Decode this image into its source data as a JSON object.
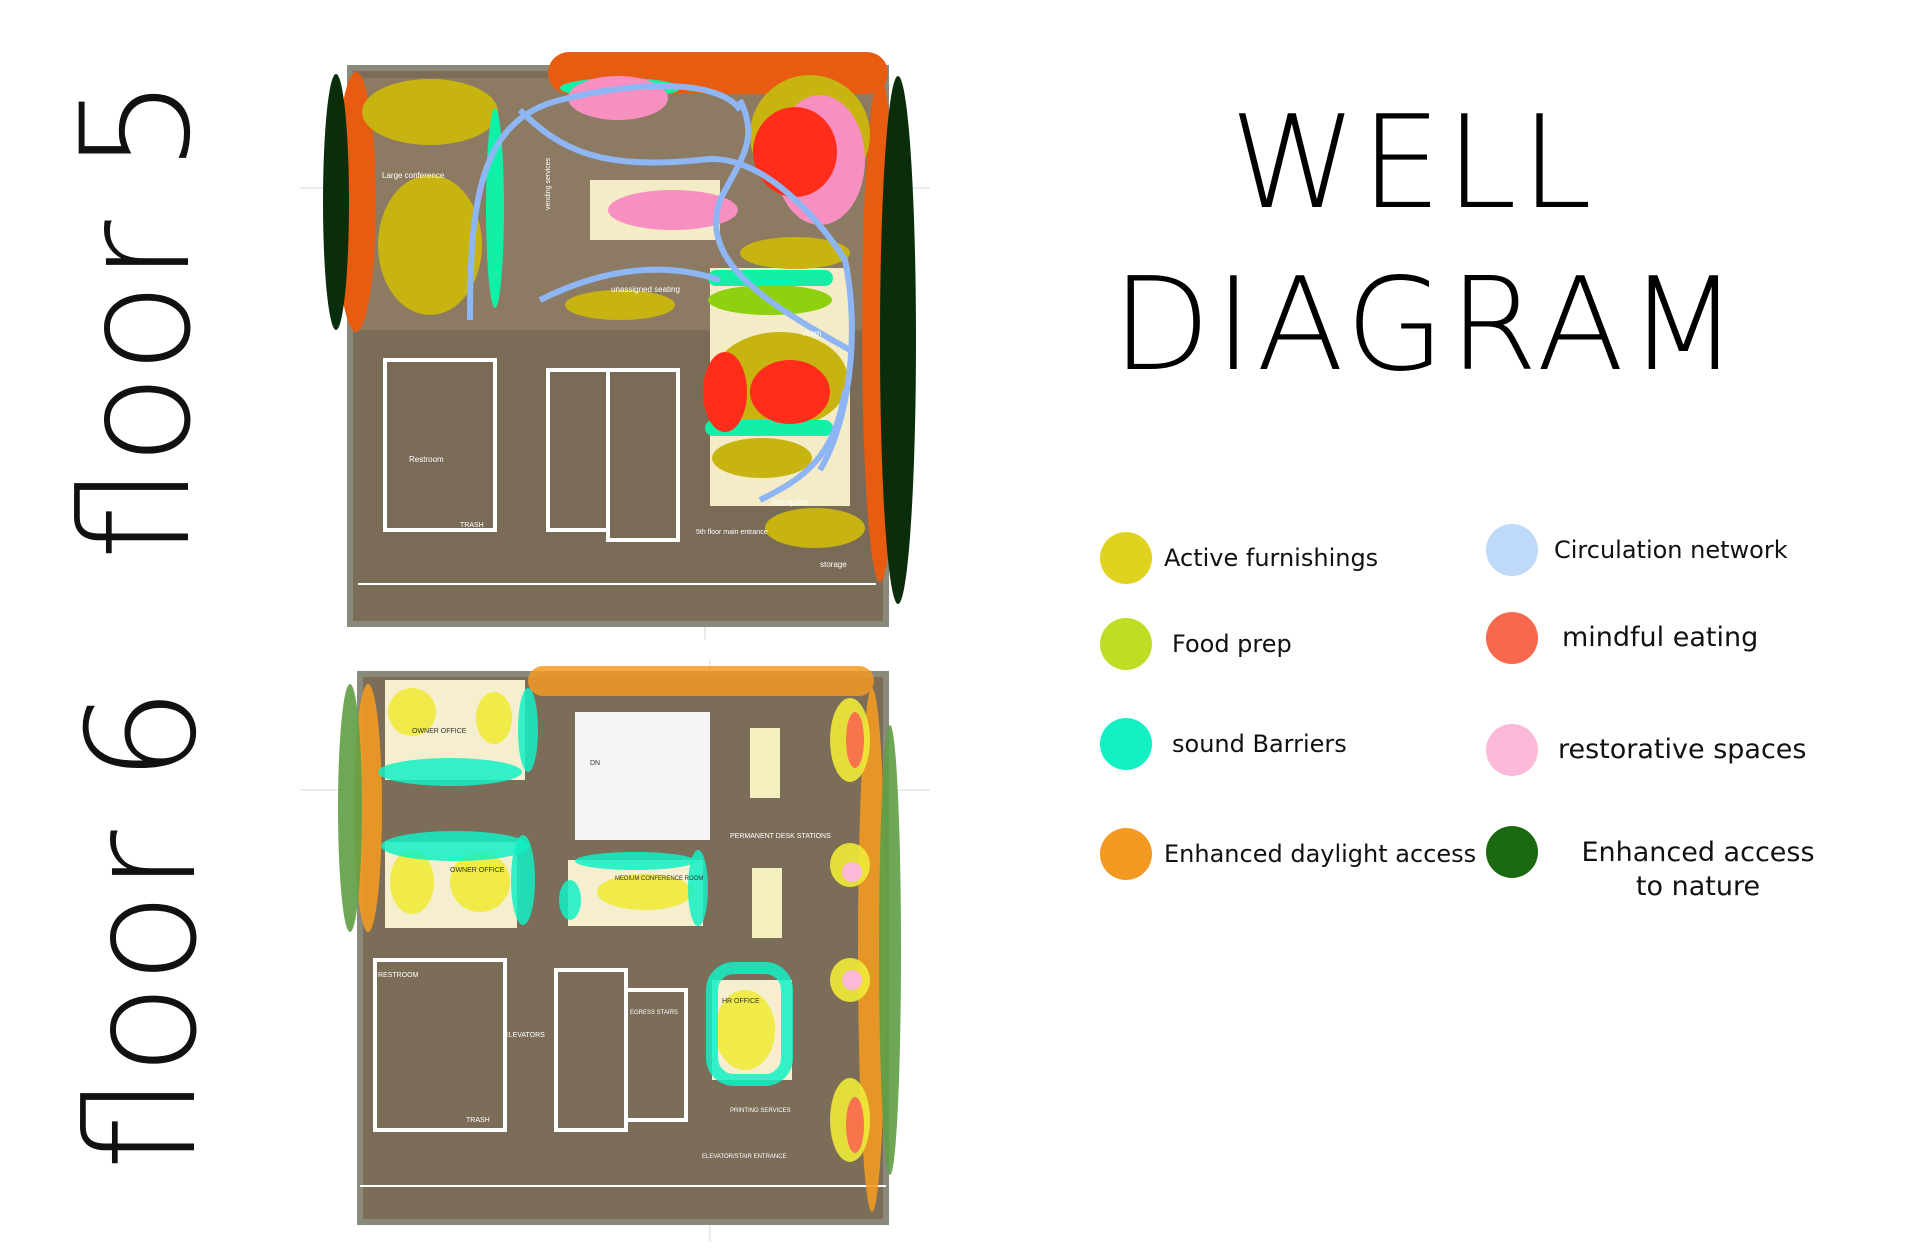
{
  "title": {
    "line1": "WELL",
    "line2": "DIAGRAM"
  },
  "floors": {
    "floor5": "floor 5",
    "floor6": "floor 6"
  },
  "legend": [
    {
      "label": "Active furnishings",
      "color": "#e0d21e"
    },
    {
      "label": "Circulation network",
      "color": "#bfd9fb"
    },
    {
      "label": "Food prep",
      "color": "#bedd24"
    },
    {
      "label": "mindful eating",
      "color": "#f8684f"
    },
    {
      "label": "sound Barriers",
      "color": "#12f0c4"
    },
    {
      "label": "restorative spaces",
      "color": "#fcb8d7"
    },
    {
      "label": "Enhanced daylight access",
      "color": "#f29a22"
    },
    {
      "label": "Enhanced access to nature",
      "color": "#1b6a12"
    }
  ],
  "plan5_labels": {
    "large_conference": "Large conference",
    "vending": "vending services",
    "unassigned": "unassigned seating",
    "room": "room",
    "restroom": "Restroom",
    "trash": "TRASH",
    "main_entrance": "5th floor main entrance",
    "reception": "Reception",
    "storage": "storage"
  },
  "plan6_labels": {
    "owner_office_1": "OWNER OFFICE",
    "owner_office_2": "OWNER OFFICE",
    "dn": "DN",
    "permanent_desk": "PERMANENT DESK STATIONS",
    "medium_conference": "MEDIUM CONFERENCE ROOM",
    "restroom": "RESTROOM",
    "elevators": "ELEVATORS",
    "egress": "EGRESS STAIRS",
    "hr_office": "HR OFFICE",
    "trash": "TRASH",
    "printing": "PRINTING SERVICES",
    "elevator_entrance": "ELEVATOR/STAIR ENTRANCE"
  }
}
